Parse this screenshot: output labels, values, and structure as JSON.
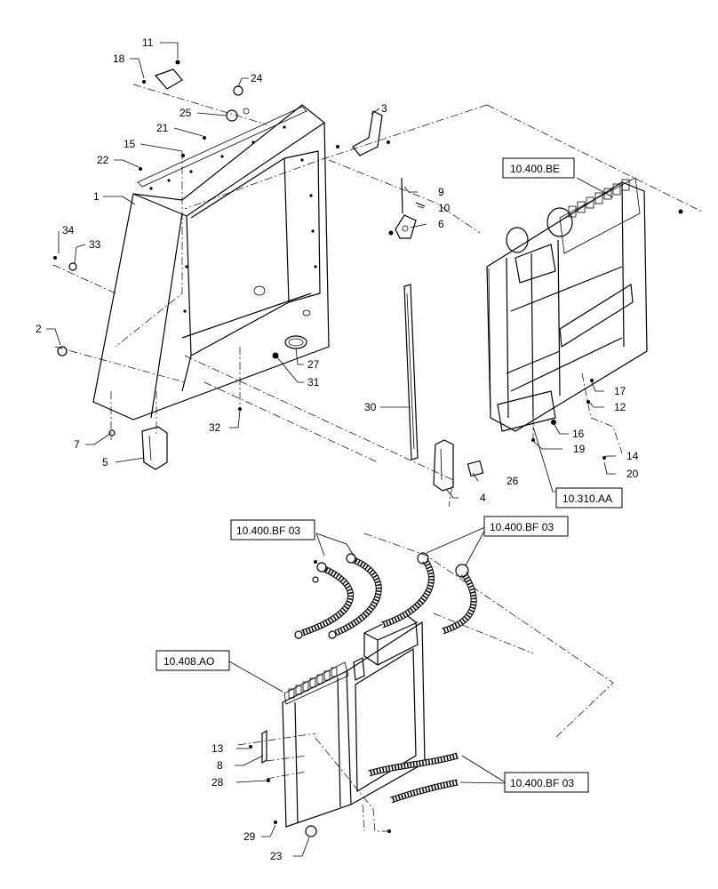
{
  "callouts": {
    "c1": "1",
    "c2": "2",
    "c3": "3",
    "c4": "4",
    "c5": "5",
    "c6": "6",
    "c7": "7",
    "c8": "8",
    "c9": "9",
    "c10": "10",
    "c11": "11",
    "c12": "12",
    "c13": "13",
    "c14": "14",
    "c15": "15",
    "c16": "16",
    "c17": "17",
    "c18": "18",
    "c19": "19",
    "c20": "20",
    "c21": "21",
    "c22": "22",
    "c23": "23",
    "c24": "24",
    "c25": "25",
    "c26": "26",
    "c27": "27",
    "c28": "28",
    "c29": "29",
    "c30": "30",
    "c31": "31",
    "c32": "32",
    "c33": "33",
    "c34": "34"
  },
  "references": {
    "be": "10.400.BE",
    "aa": "10.310.AA",
    "bf_left": "10.400.BF 03",
    "bf_right": "10.400.BF 03",
    "bf_bottom": "10.400.BF 03",
    "ao": "10.408.AO"
  }
}
